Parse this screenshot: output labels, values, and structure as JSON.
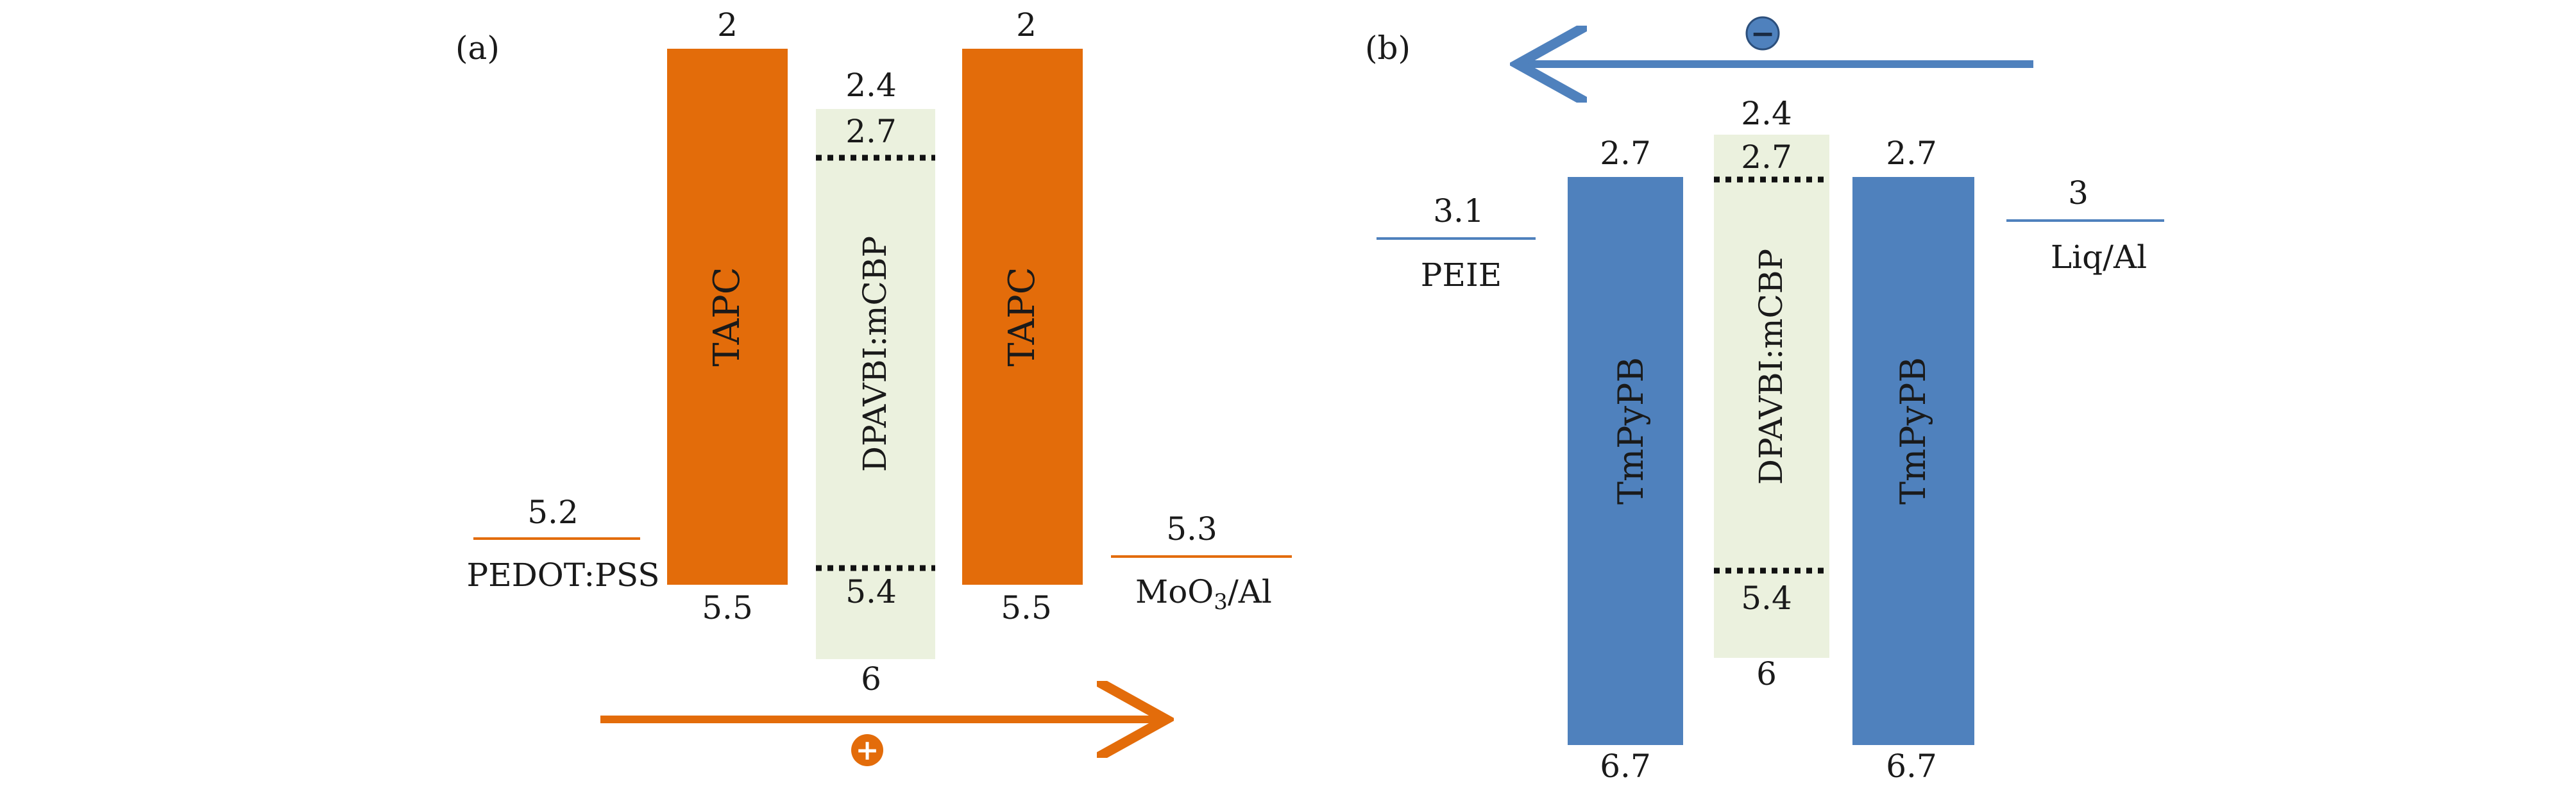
{
  "colors": {
    "orange": "#E36C0A",
    "blue": "#4F81BD",
    "light_green": "#EBF1DE",
    "dotted": "#111111",
    "text": "#1a1a1a"
  },
  "panel_a": {
    "label": "(a)",
    "layers": {
      "tapc_left": {
        "name": "TAPC",
        "lumo": "2",
        "homo": "5.5"
      },
      "emitter": {
        "name": "DPAVBI:mCBP",
        "lumo_host": "2.4",
        "lumo_dopant": "2.7",
        "homo_dopant": "5.4",
        "homo_host": "6"
      },
      "tapc_right": {
        "name": "TAPC",
        "lumo": "2",
        "homo": "5.5"
      }
    },
    "left_electrode": {
      "name": "PEDOT:PSS",
      "level": "5.2"
    },
    "right_electrode": {
      "name_prefix": "MoO",
      "name_subscript": "3",
      "name_suffix": "/Al",
      "level": "5.3"
    },
    "carrier_symbol": "+",
    "carrier_direction": "left-to-right"
  },
  "panel_b": {
    "label": "(b)",
    "layers": {
      "tmpypb_left": {
        "name": "TmPyPB",
        "lumo": "2.7",
        "homo": "6.7"
      },
      "emitter": {
        "name": "DPAVBI:mCBP",
        "lumo_host": "2.4",
        "lumo_dopant": "2.7",
        "homo_dopant": "5.4",
        "homo_host": "6"
      },
      "tmpypb_right": {
        "name": "TmPyPB",
        "lumo": "2.7",
        "homo": "6.7"
      }
    },
    "left_electrode": {
      "name": "PEIE",
      "level": "3.1"
    },
    "right_electrode": {
      "name": "Liq/Al",
      "level": "3"
    },
    "carrier_symbol": "−",
    "carrier_direction": "right-to-left"
  }
}
